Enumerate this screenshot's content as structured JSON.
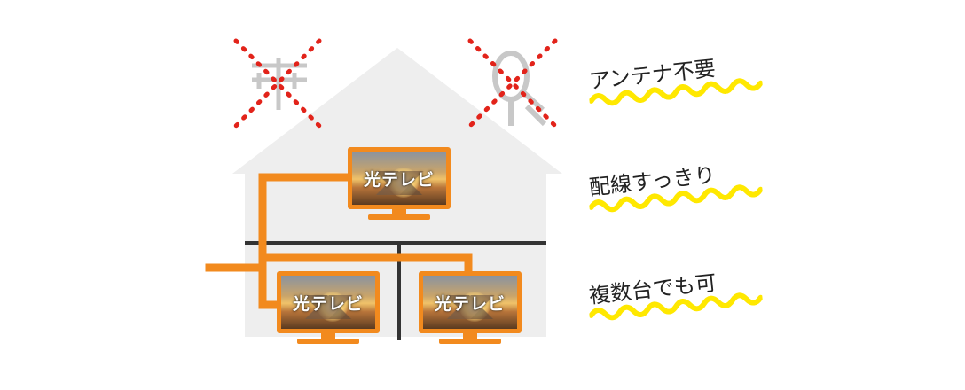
{
  "colors": {
    "house": "#eeeeee",
    "cable": "#f28a1e",
    "tv_frame": "#f28a1e",
    "cross": "#e2231a",
    "highlight": "#ffe800",
    "divider": "#333333",
    "antenna": "#c8c8c8"
  },
  "icons": [
    "tv-antenna-icon",
    "satellite-dish-icon"
  ],
  "tvs": [
    {
      "label": "光テレビ"
    },
    {
      "label": "光テレビ"
    },
    {
      "label": "光テレビ"
    }
  ],
  "features": [
    {
      "text": "アンテナ不要"
    },
    {
      "text": "配線すっきり"
    },
    {
      "text": "複数台でも可"
    }
  ]
}
